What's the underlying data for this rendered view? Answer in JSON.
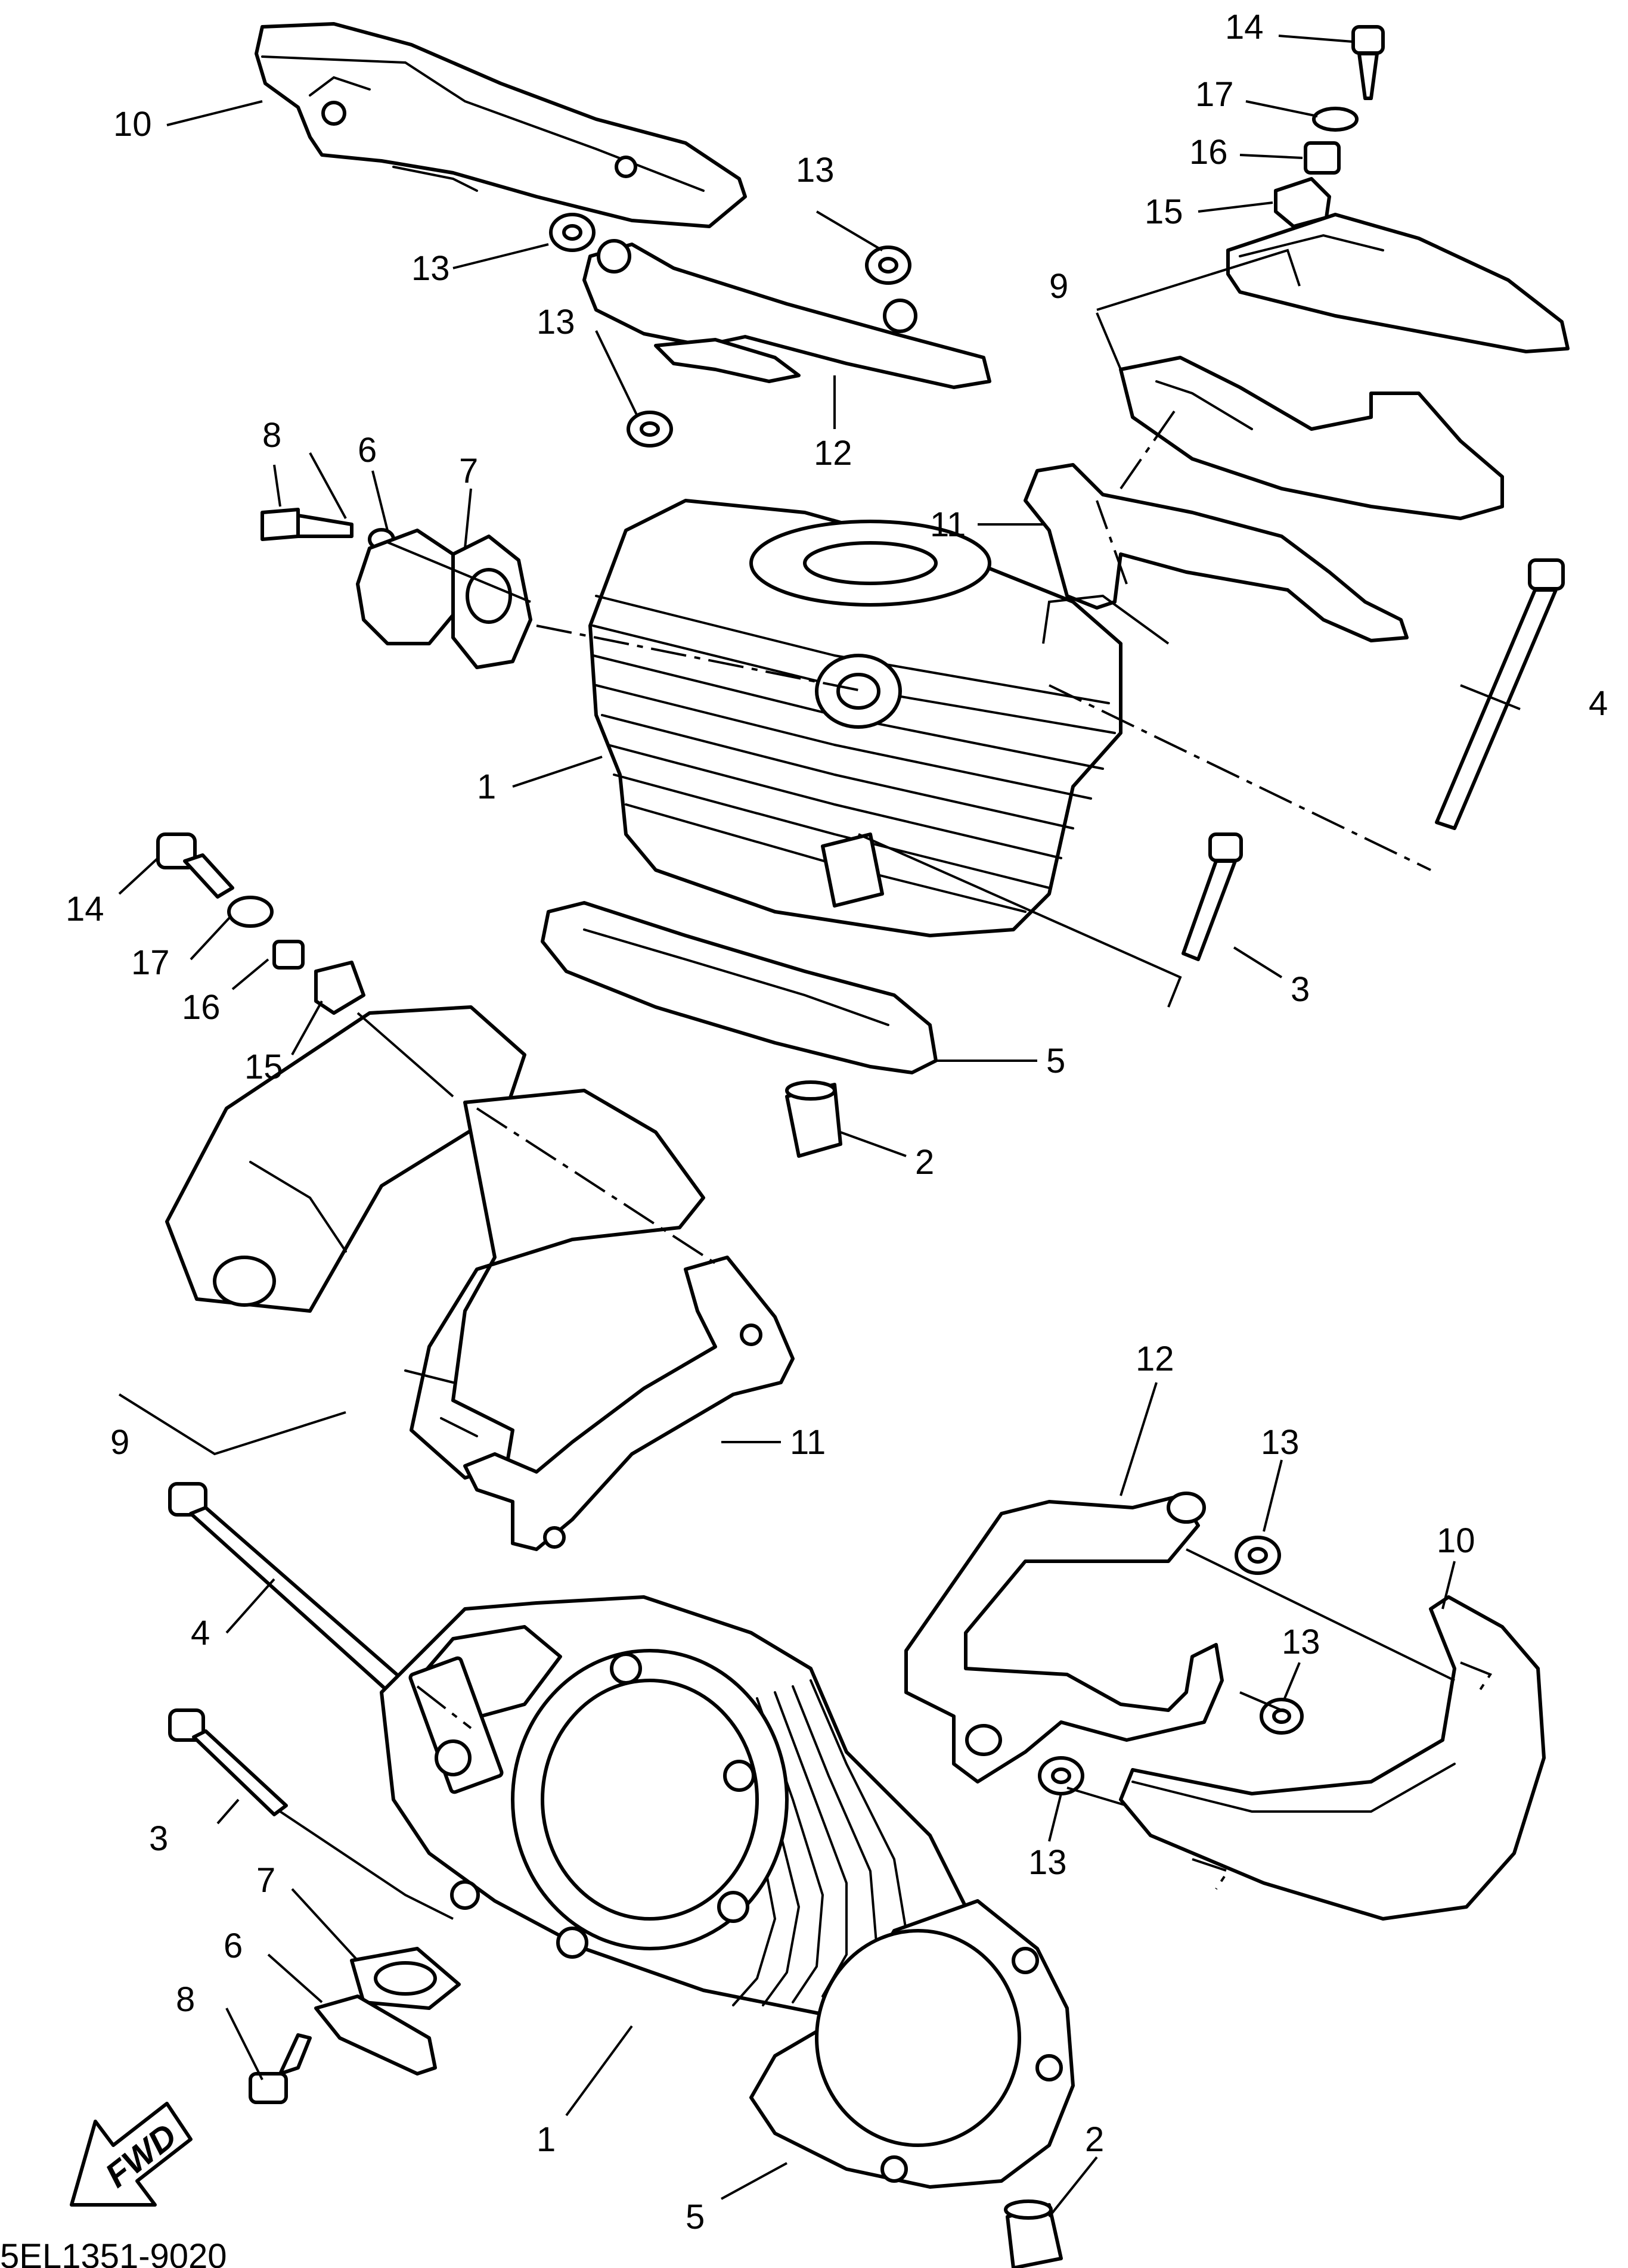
{
  "diagram": {
    "footer_code": "5EL1351-9020",
    "fwd_label": "FWD",
    "callouts": [
      {
        "id": "c10a",
        "text": "10"
      },
      {
        "id": "c13a",
        "text": "13"
      },
      {
        "id": "c13b",
        "text": "13"
      },
      {
        "id": "c13c",
        "text": "13"
      },
      {
        "id": "c12a",
        "text": "12"
      },
      {
        "id": "c14a",
        "text": "14"
      },
      {
        "id": "c17a",
        "text": "17"
      },
      {
        "id": "c16a",
        "text": "16"
      },
      {
        "id": "c15a",
        "text": "15"
      },
      {
        "id": "c9a",
        "text": "9"
      },
      {
        "id": "c11a",
        "text": "11"
      },
      {
        "id": "c4a",
        "text": "4"
      },
      {
        "id": "c8a",
        "text": "8"
      },
      {
        "id": "c6a",
        "text": "6"
      },
      {
        "id": "c7a",
        "text": "7"
      },
      {
        "id": "c1a",
        "text": "1"
      },
      {
        "id": "c3a",
        "text": "3"
      },
      {
        "id": "c5a",
        "text": "5"
      },
      {
        "id": "c2a",
        "text": "2"
      },
      {
        "id": "c14b",
        "text": "14"
      },
      {
        "id": "c17b",
        "text": "17"
      },
      {
        "id": "c16b",
        "text": "16"
      },
      {
        "id": "c15b",
        "text": "15"
      },
      {
        "id": "c9b",
        "text": "9"
      },
      {
        "id": "c11b",
        "text": "11"
      },
      {
        "id": "c12b",
        "text": "12"
      },
      {
        "id": "c13d",
        "text": "13"
      },
      {
        "id": "c10b",
        "text": "10"
      },
      {
        "id": "c13e",
        "text": "13"
      },
      {
        "id": "c13f",
        "text": "13"
      },
      {
        "id": "c4b",
        "text": "4"
      },
      {
        "id": "c3b",
        "text": "3"
      },
      {
        "id": "c7b",
        "text": "7"
      },
      {
        "id": "c6b",
        "text": "6"
      },
      {
        "id": "c8b",
        "text": "8"
      },
      {
        "id": "c1b",
        "text": "1"
      },
      {
        "id": "c5b",
        "text": "5"
      },
      {
        "id": "c2b",
        "text": "2"
      }
    ]
  }
}
